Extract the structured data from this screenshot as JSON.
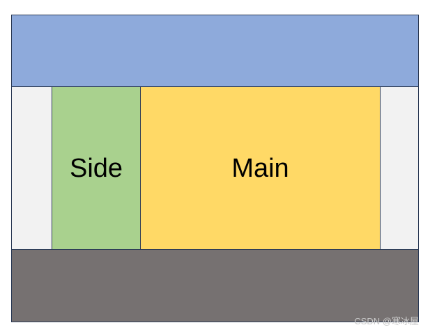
{
  "regions": {
    "header": {
      "color": "#8eaadb"
    },
    "left_gutter": {
      "color": "#f2f2f2"
    },
    "side": {
      "label": "Side",
      "color": "#a9d18e"
    },
    "main": {
      "label": "Main",
      "color": "#ffd966"
    },
    "right_gutter": {
      "color": "#f2f2f2"
    },
    "footer": {
      "color": "#767171"
    }
  },
  "watermark": "CSDN @寒冰屋"
}
